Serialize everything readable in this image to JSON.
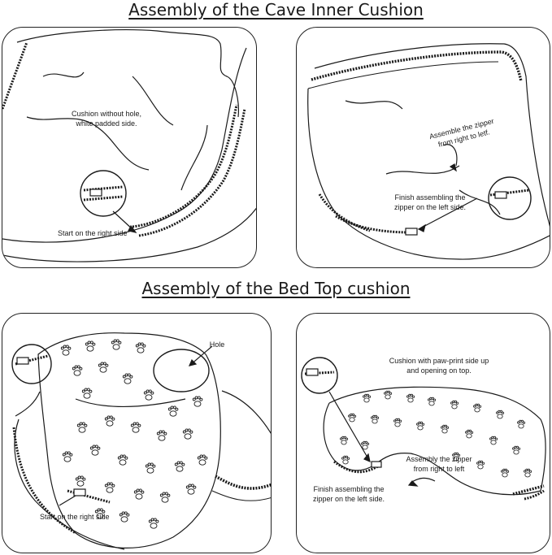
{
  "headings": {
    "cave": "Assembly of the Cave Inner Cushion",
    "bedtop": "Assembly of the Bed Top cushion"
  },
  "panel1": {
    "cushion_note": "Cushion without hole,\nwhite padded side.",
    "start_note": "Start on the right side"
  },
  "panel2": {
    "assemble_note": "Assemble the zipper\nfrom right to letf.",
    "finish_note": "Finish assembling the\nzipper on the left side."
  },
  "panel3": {
    "hole_note": "Hole",
    "start_note": "Start on the right side"
  },
  "panel4": {
    "cushion_note": "Cushion with paw-print side up\nand opening on top.",
    "assemble_note": "Assembly the zipper\nfrom right to left",
    "finish_note": "Finish assembling the\nzipper on the left side."
  },
  "colors": {
    "line": "#1a1a1a",
    "background": "#ffffff"
  }
}
